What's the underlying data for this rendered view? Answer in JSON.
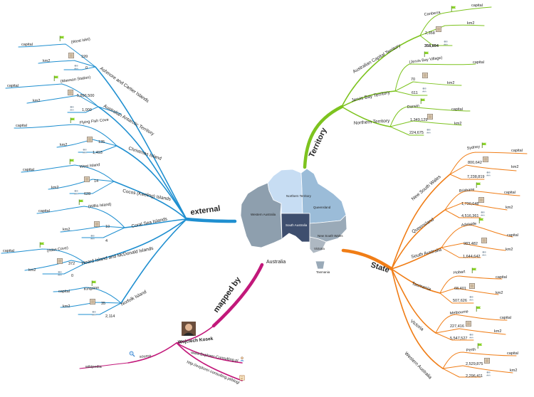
{
  "center": {
    "title": "Australia"
  },
  "regions": {
    "western_australia": "Western Australia",
    "northern_territory": "Northern Territory",
    "south_australia": "South Australia",
    "queensland": "Queensland",
    "new_south_wales": "New South Wales",
    "victoria": "Victoria",
    "tasmania": "Tasmania"
  },
  "branches": {
    "external": "external",
    "territory": "Territory",
    "state": "State",
    "mapped_by": "mapped by"
  },
  "labels": {
    "capital": "capital",
    "km2": "km2",
    "source": "source"
  },
  "external": [
    {
      "name": "Ashmore and Cartier Islands",
      "capital": "(West islet)",
      "area": "199",
      "pop": "0"
    },
    {
      "name": "Australian Antarctic Territory",
      "capital": "(Mawson Station)",
      "area": "5,896,500",
      "pop": "1,000"
    },
    {
      "name": "Christmas Island",
      "capital": "Flying Fish Cove",
      "area": "135",
      "pop": "1,493"
    },
    {
      "name": "Cocos (Keeling) Islands",
      "capital": "West Island",
      "area": "14",
      "pop": "628"
    },
    {
      "name": "Coral Sea Islands",
      "capital": "(Willis Island)",
      "area": "10",
      "pop": "4"
    },
    {
      "name": "Heard Island and McDonald Islands",
      "capital": "(Atlas Cove)",
      "area": "372",
      "pop": "0"
    },
    {
      "name": "Norfolk Island",
      "capital": "Kingston",
      "area": "35",
      "pop": "2,114"
    }
  ],
  "territory": [
    {
      "name": "Australian Capital Territory",
      "capital": "Canberra",
      "area": "2,358",
      "pop": "358,894"
    },
    {
      "name": "Jervis Bay Territory",
      "capital": "(Jervis Bay Village)",
      "area": "70",
      "pop": "611"
    },
    {
      "name": "Northern Territory",
      "capital": "Darwin",
      "area": "1,349,129",
      "pop": "224,675"
    }
  ],
  "state": [
    {
      "name": "New South Wales",
      "capital": "Sydney",
      "area": "800,642",
      "pop": "7,238,819"
    },
    {
      "name": "Queensland",
      "capital": "Brisbane",
      "area": "1,730,648",
      "pop": "4,516,361"
    },
    {
      "name": "South Australia",
      "capital": "Adelaide",
      "area": "983,482",
      "pop": "1,644,642"
    },
    {
      "name": "Tasmania",
      "capital": "Hobart",
      "area": "68,401",
      "pop": "507,626"
    },
    {
      "name": "Victoria",
      "capital": "Melbourne",
      "area": "227,416",
      "pop": "5,547,527"
    },
    {
      "name": "Western Australia",
      "capital": "Perth",
      "area": "2,529,875",
      "pop": "2,296,411"
    }
  ],
  "mapped_by": {
    "author": "Wojciech Kosek",
    "url1": "www.Explorer-Consulting.pl",
    "url2": "http://explorer-consulting.pl/blog/",
    "source_value": "wikipedia"
  },
  "colors": {
    "external": "#1f8fd0",
    "territory": "#7dc31f",
    "state": "#f07d16",
    "mapped_by": "#c2187a"
  }
}
